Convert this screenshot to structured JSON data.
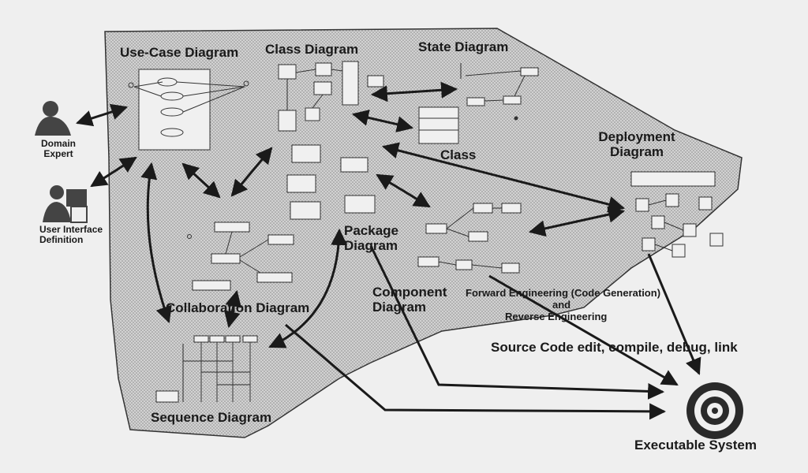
{
  "labels": {
    "use_case": "Use-Case Diagram",
    "class_diagram": "Class Diagram",
    "state_diagram": "State Diagram",
    "class": "Class",
    "deployment": "Deployment Diagram",
    "package": "Package Diagram",
    "component": "Component Diagram",
    "collaboration": "Collaboration Diagram",
    "sequence": "Sequence Diagram",
    "forward_engineering": "Forward Engineering (Code Generation)",
    "and": "and",
    "reverse_engineering": "Reverse Engineering",
    "source_code": "Source Code edit, compile, debug, link",
    "executable": "Executable System",
    "domain_expert": "Domain Expert",
    "ui_definition": "User Interface Definition"
  },
  "colors": {
    "region_fill": "#c9c9c9",
    "ink": "#1a1a1a",
    "background": "#efefef"
  }
}
